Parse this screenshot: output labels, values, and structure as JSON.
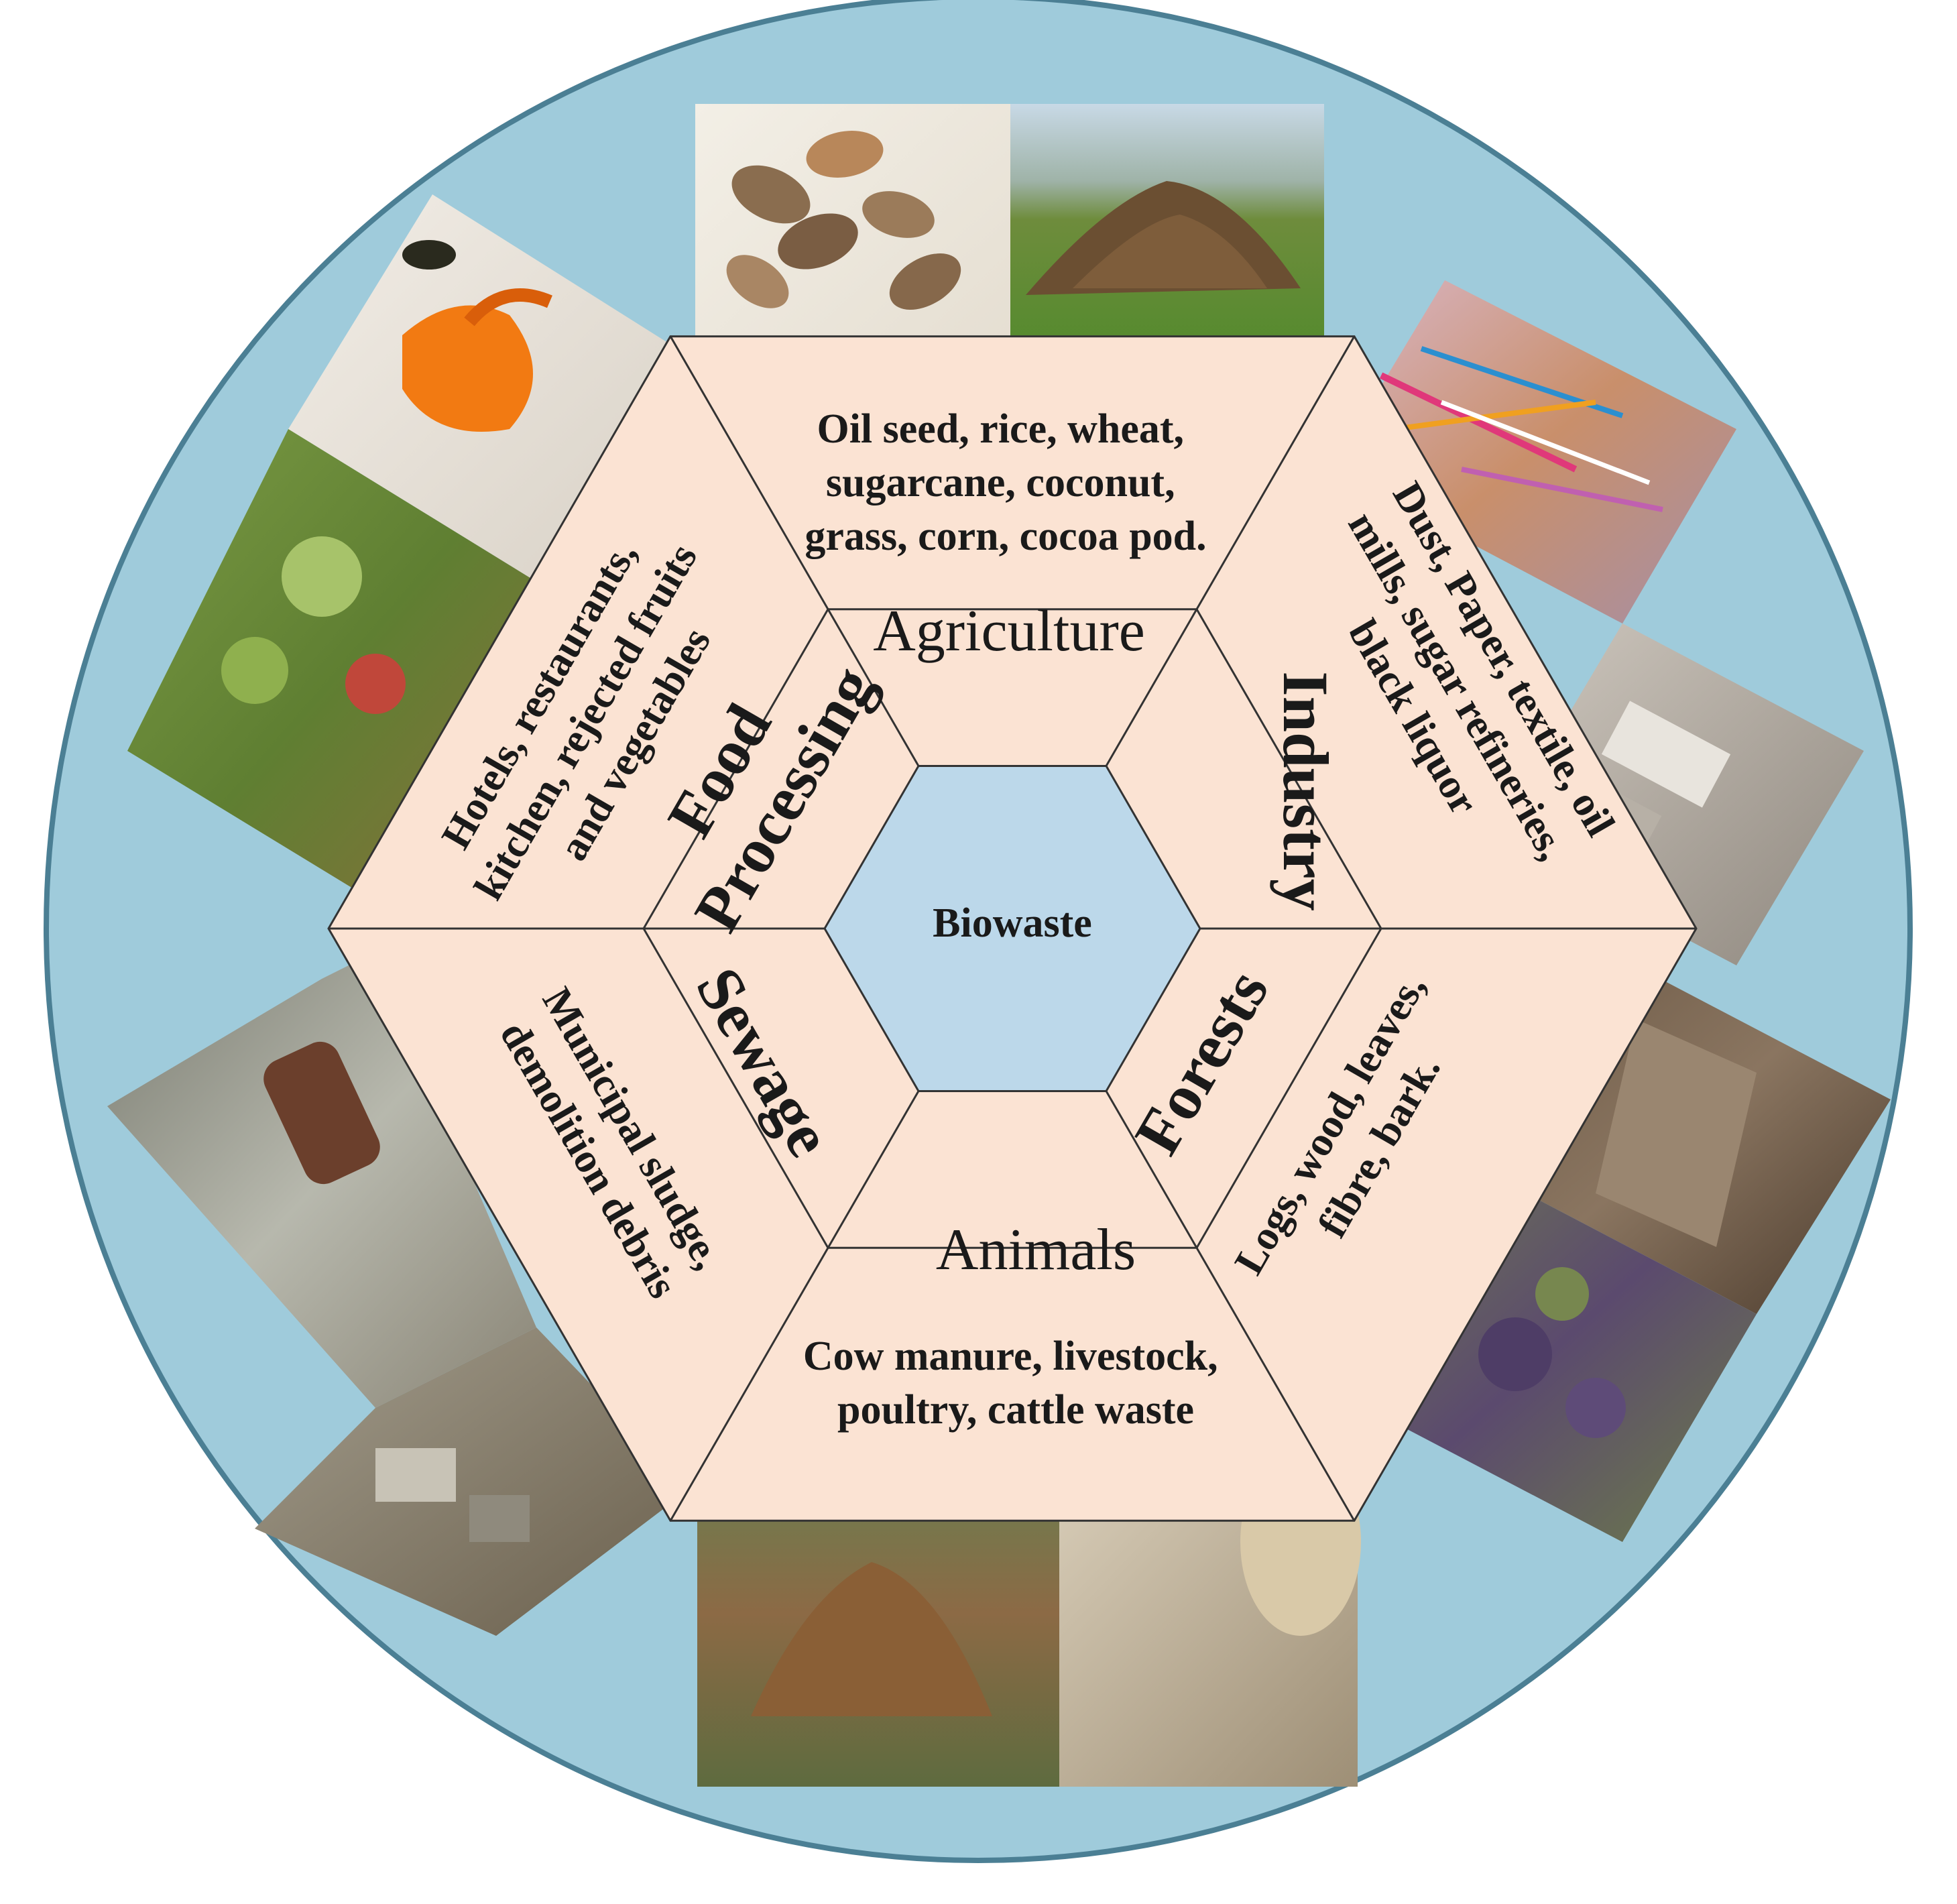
{
  "center_label": "Biowaste",
  "colors": {
    "outer_ring": "#9fcbdb",
    "outer_ring_stroke": "#4b7f94",
    "hexagon_fill": "#fbe3d3",
    "center_fill": "#bcd8ea",
    "line": "#333333"
  },
  "sectors": [
    {
      "name": "Agriculture",
      "description": [
        "Oil seed, rice, wheat,",
        "sugarcane, coconut,",
        "grass, corn, cocoa pod."
      ],
      "images": [
        "cocoa-pods-photo",
        "crop-residue-pile-photo"
      ]
    },
    {
      "name": "Industry",
      "description": [
        "Dust, Paper, textile, oil",
        "mills, sugar refineries,",
        "black liquor"
      ],
      "images": [
        "shredded-paper-photo",
        "industrial-scrap-photo"
      ]
    },
    {
      "name": "Forests",
      "description": [
        "Logs, wood, leaves,",
        "fibre, bark."
      ],
      "images": [
        "tree-bark-photo",
        "forest-leaves-photo"
      ]
    },
    {
      "name": "Animals",
      "description": [
        "Cow manure, livestock,",
        "poultry, cattle waste"
      ],
      "images": [
        "cow-dung-pile-photo",
        "poultry-litter-photo"
      ]
    },
    {
      "name": "Sewage",
      "description": [
        "Municipal sludge,",
        "demolition debris"
      ],
      "images": [
        "sewage-pipe-photo",
        "demolition-debris-photo"
      ]
    },
    {
      "name": "Food Processing",
      "name_lines": [
        "Food",
        "Processing"
      ],
      "description": [
        "Hotels, restaurants,",
        "kitchen, rejected fruits",
        "and vegetables"
      ],
      "images": [
        "orange-peel-photo",
        "vegetable-scraps-photo"
      ]
    }
  ]
}
